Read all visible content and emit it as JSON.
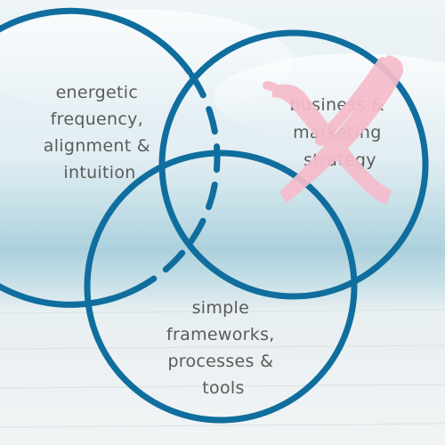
{
  "diagram": {
    "type": "venn",
    "circles": [
      {
        "id": "energetic",
        "lines": [
          "energetic",
          "frequency,",
          "alignment &",
          "intuition"
        ]
      },
      {
        "id": "business",
        "lines": [
          "business &",
          "marketing",
          "strategy"
        ],
        "crossed_out": true
      },
      {
        "id": "frameworks",
        "lines": [
          "simple",
          "frameworks,",
          "processes &",
          "tools"
        ]
      }
    ]
  },
  "colors": {
    "circle_stroke": "#0f6e9e",
    "text": "#5a5a5a",
    "cross": "#f6bccb",
    "sky_top": "#e9f2f6",
    "sea": "#b5d6e0",
    "deck": "#ecf1f2"
  },
  "icons": {
    "cross_mark": "x-mark-icon"
  }
}
